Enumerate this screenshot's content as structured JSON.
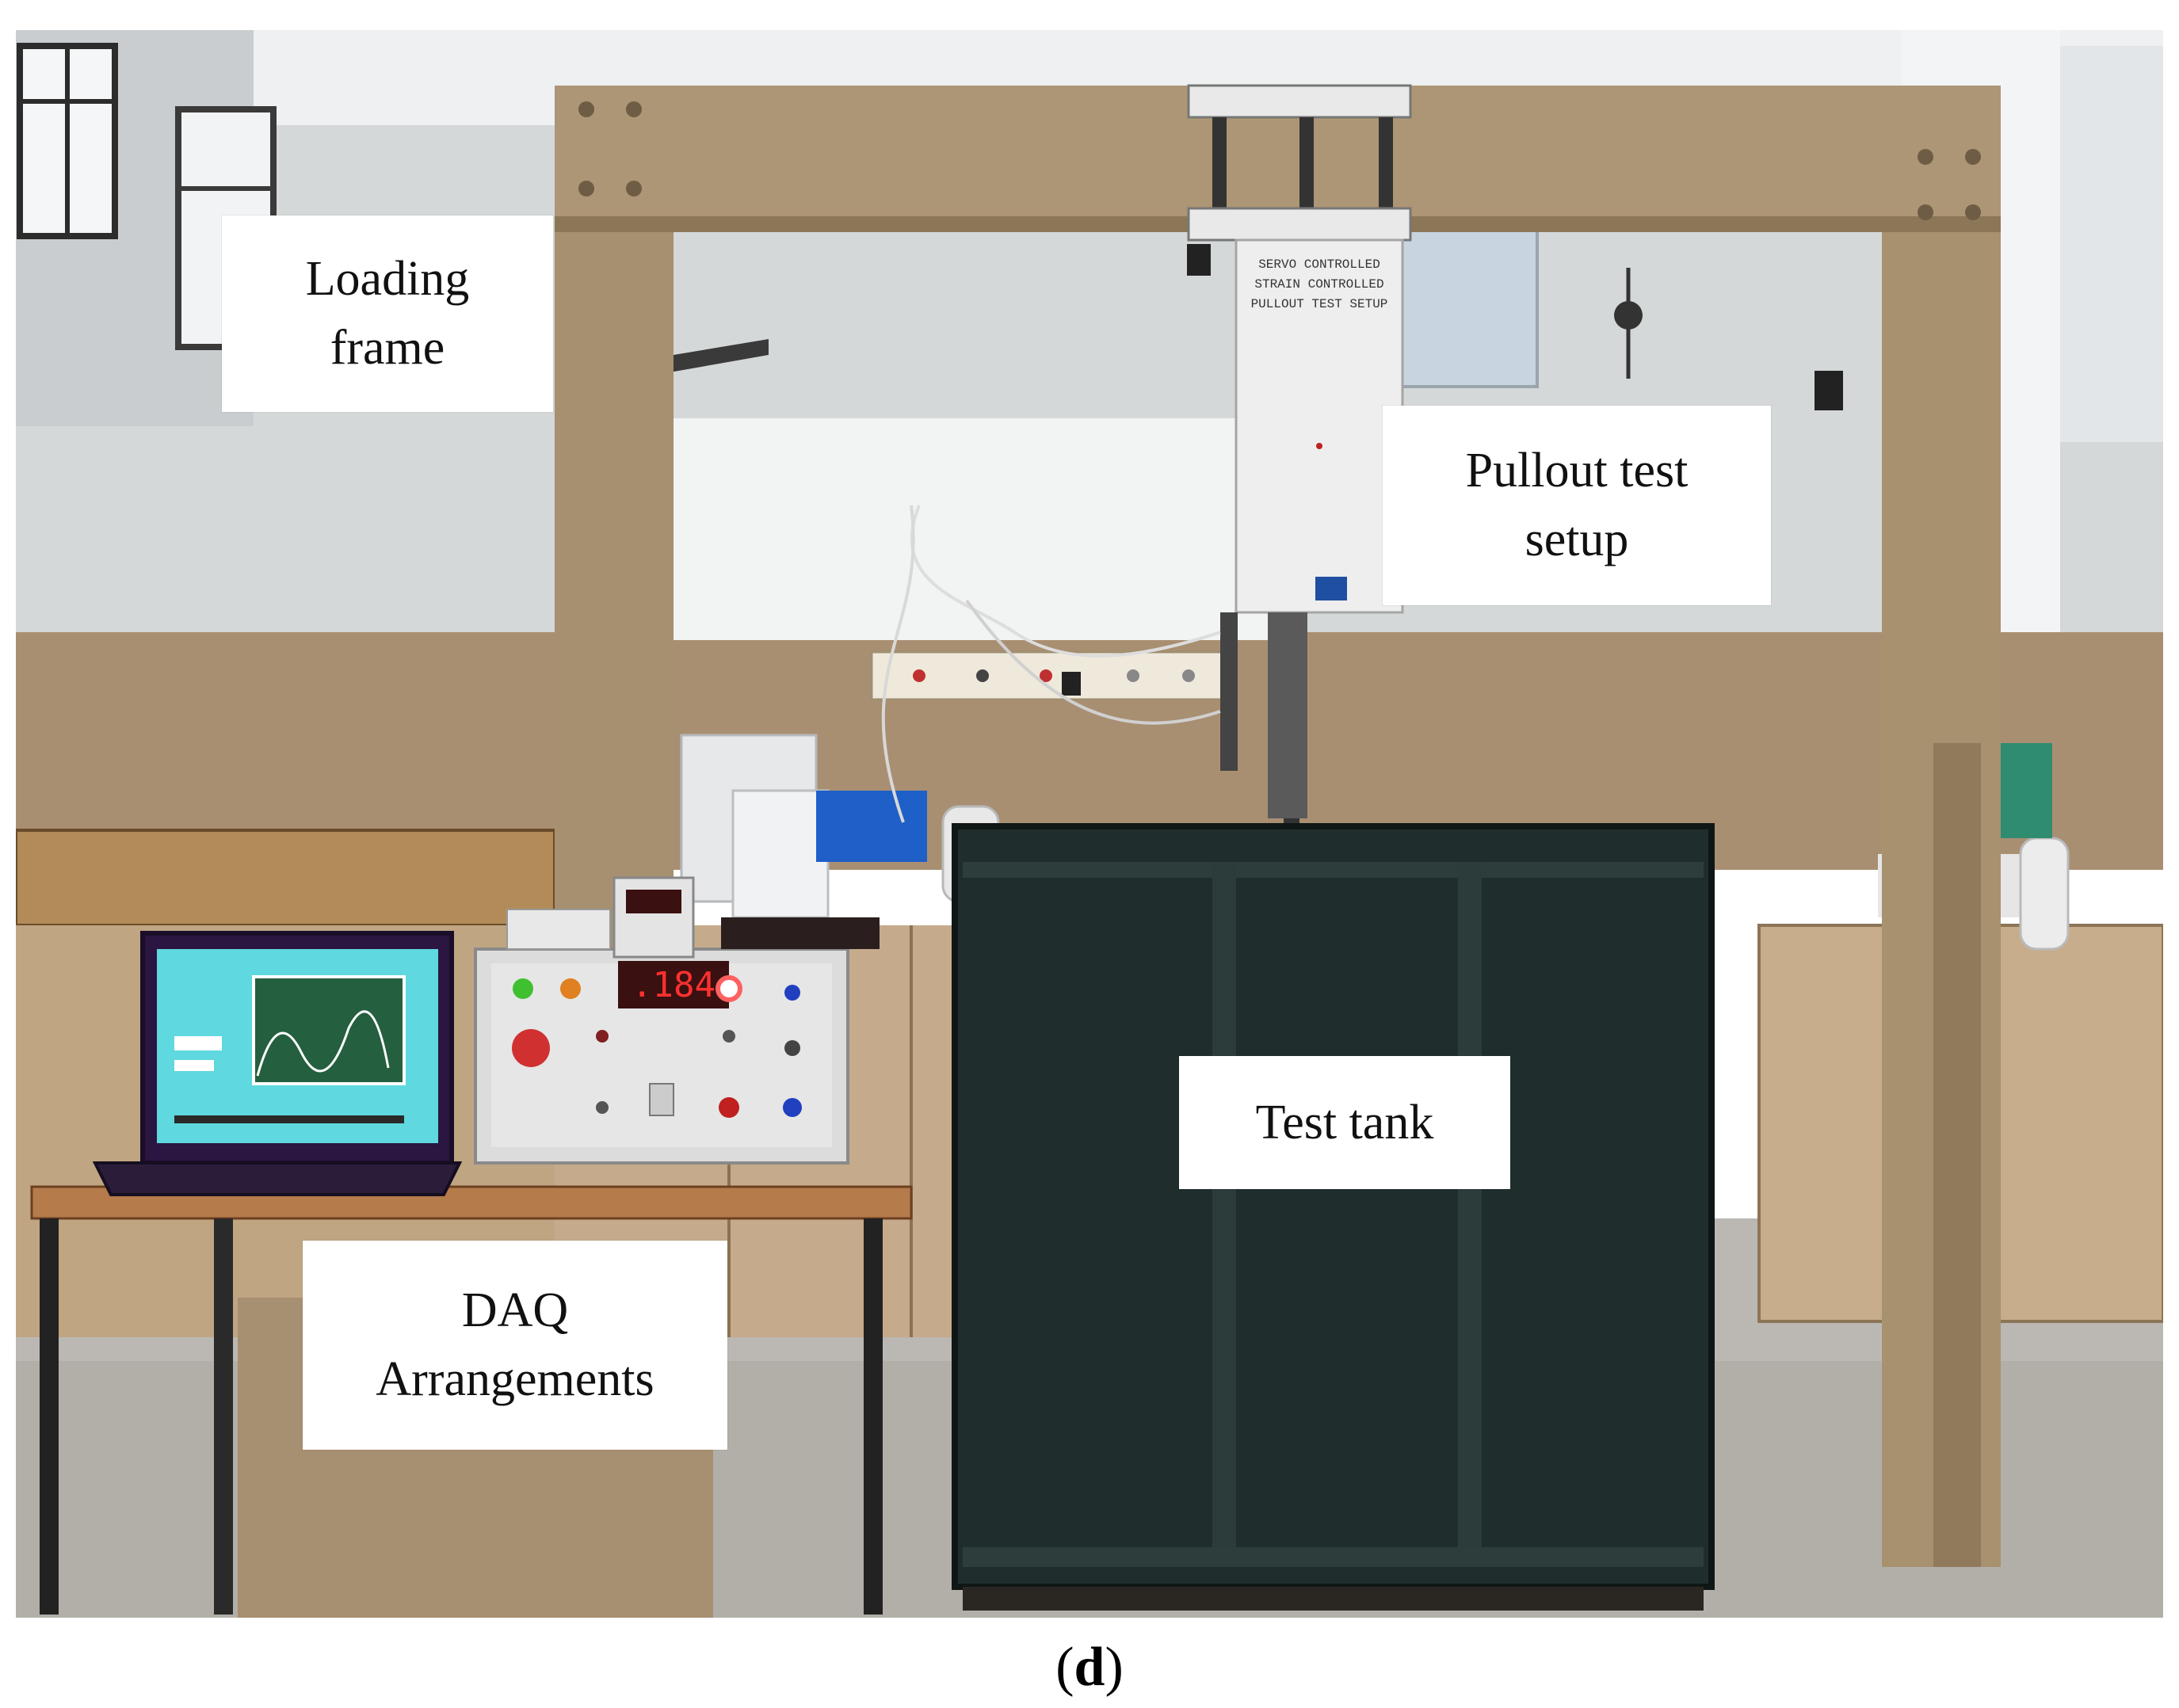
{
  "labels": {
    "loading_frame": [
      "Loading",
      "frame"
    ],
    "pullout_setup": [
      "Pullout test",
      "setup"
    ],
    "test_tank": [
      "Test tank"
    ],
    "daq": [
      "DAQ",
      "Arrangements"
    ]
  },
  "instrument": {
    "display_value": ".184"
  },
  "caption": {
    "open": "(",
    "letter": "d",
    "close": ")"
  },
  "colors": {
    "frame_tan": "#a89275",
    "tank_dark": "#1f2d2c",
    "floor": "#bdbab5",
    "wall_upper": "#d6d8d8",
    "wall_lower": "#ab9374",
    "screen_cyan": "#5fd8e0",
    "display_red": "#ff3030"
  }
}
